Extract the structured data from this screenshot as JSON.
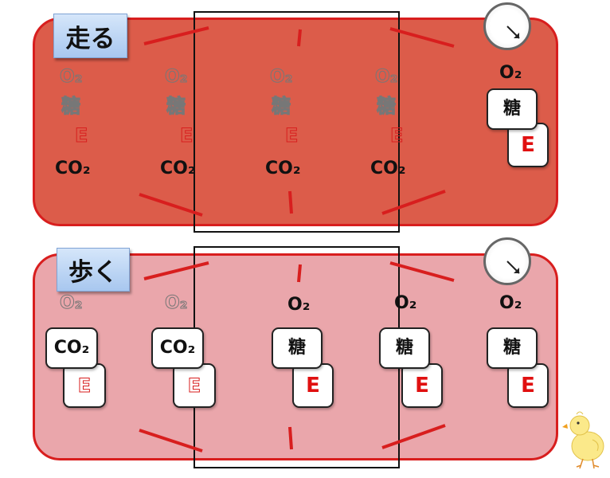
{
  "panels": {
    "running": {
      "label": "走る"
    },
    "walking": {
      "label": "歩く"
    }
  },
  "text": {
    "o2": "O₂",
    "co2": "CO₂",
    "sugar": "糖",
    "energy": "E"
  },
  "icons": [
    "clock-icon",
    "chick-icon"
  ],
  "colors": {
    "running_bg": "#dc5c4a",
    "walking_bg": "#eaa6ab",
    "border_red": "#d81e1e",
    "energy_red": "#e01010"
  }
}
